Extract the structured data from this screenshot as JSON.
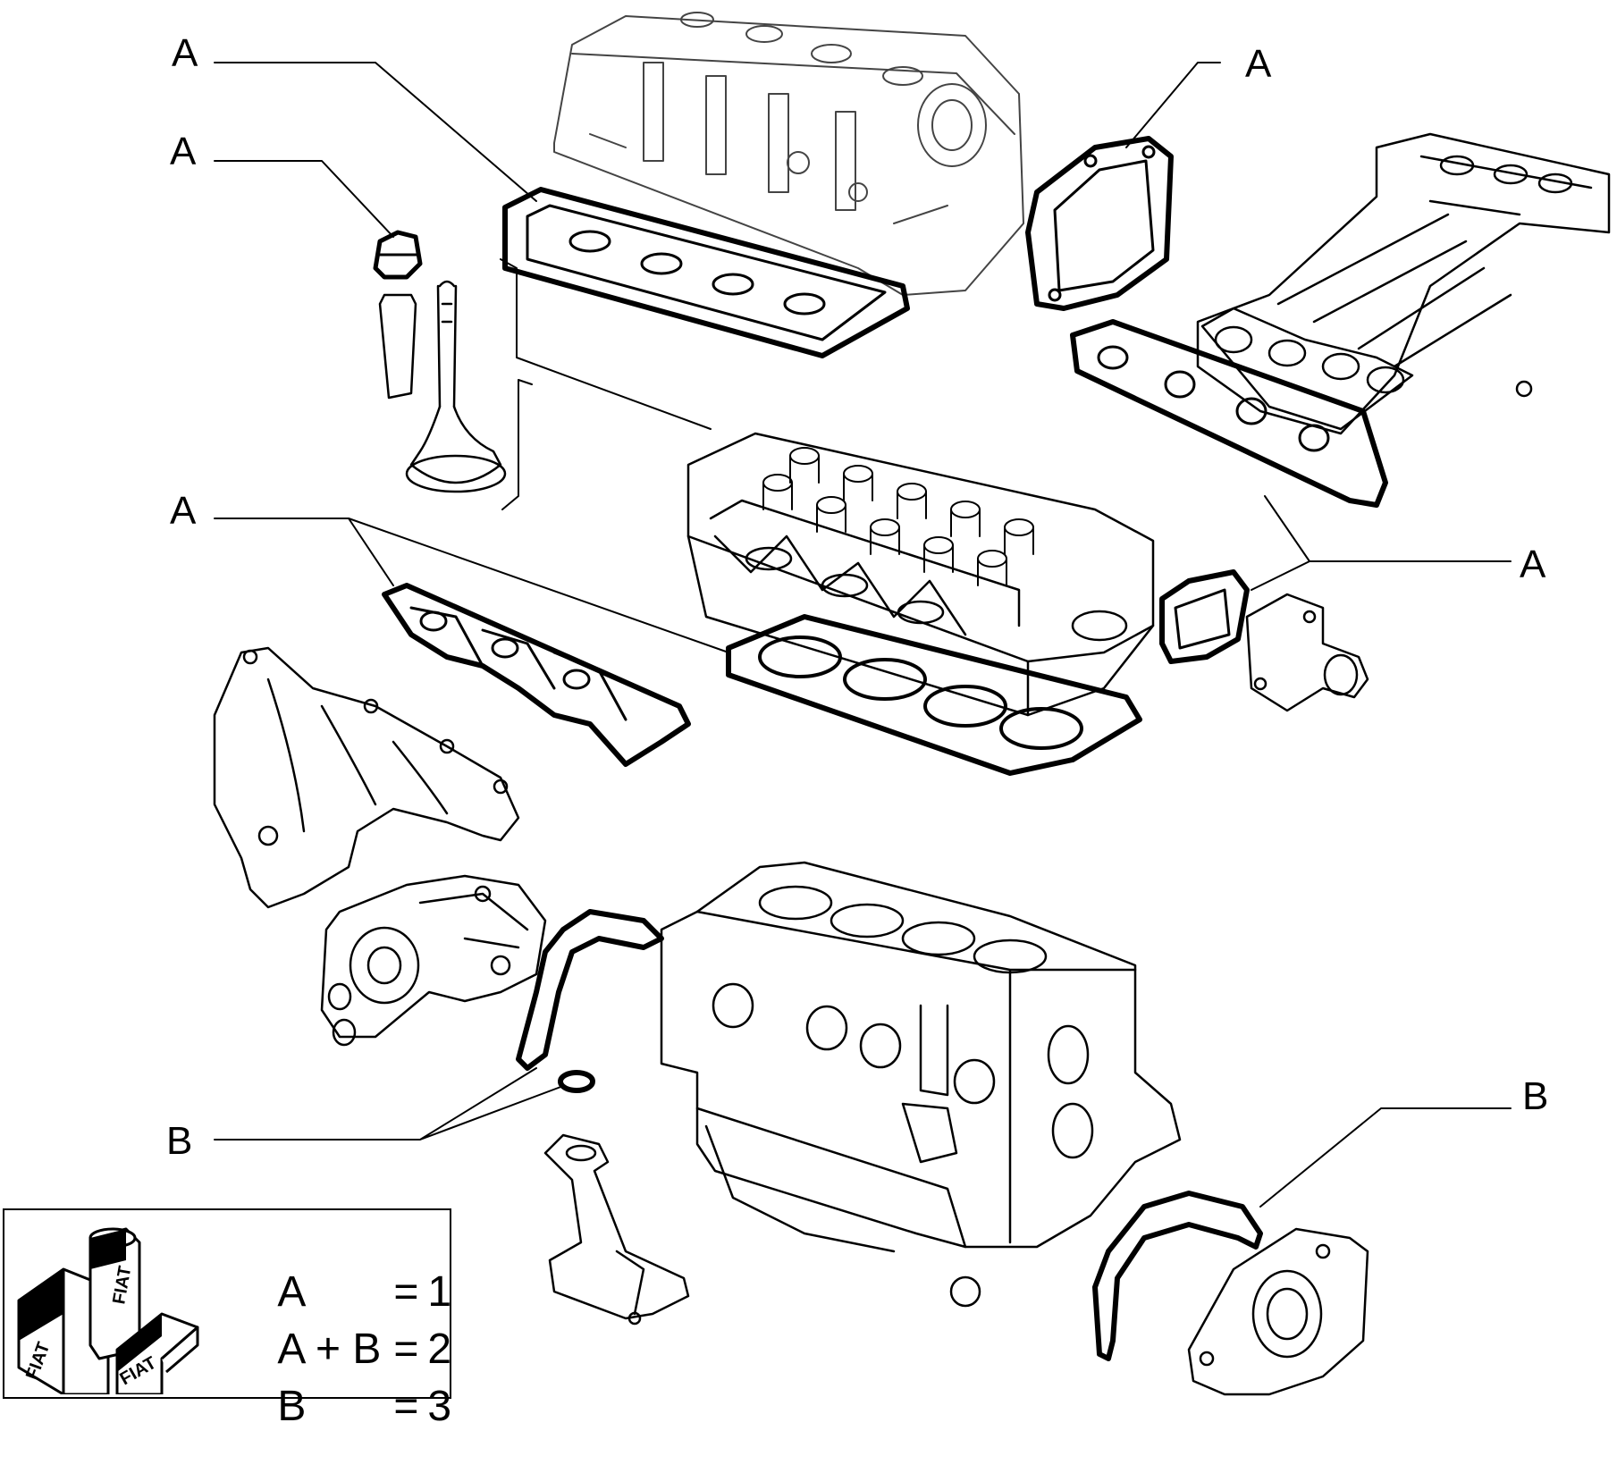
{
  "callouts": {
    "a1": "A",
    "a2": "A",
    "a3": "A",
    "a4": "A",
    "a5": "A",
    "b1": "B",
    "b2": "B"
  },
  "legend": {
    "rows": [
      {
        "left": "A",
        "value": "1"
      },
      {
        "left": "A + B",
        "value": "2"
      },
      {
        "left": "B",
        "value": "3"
      }
    ],
    "equals": "=",
    "logo_text": "FIAT"
  }
}
